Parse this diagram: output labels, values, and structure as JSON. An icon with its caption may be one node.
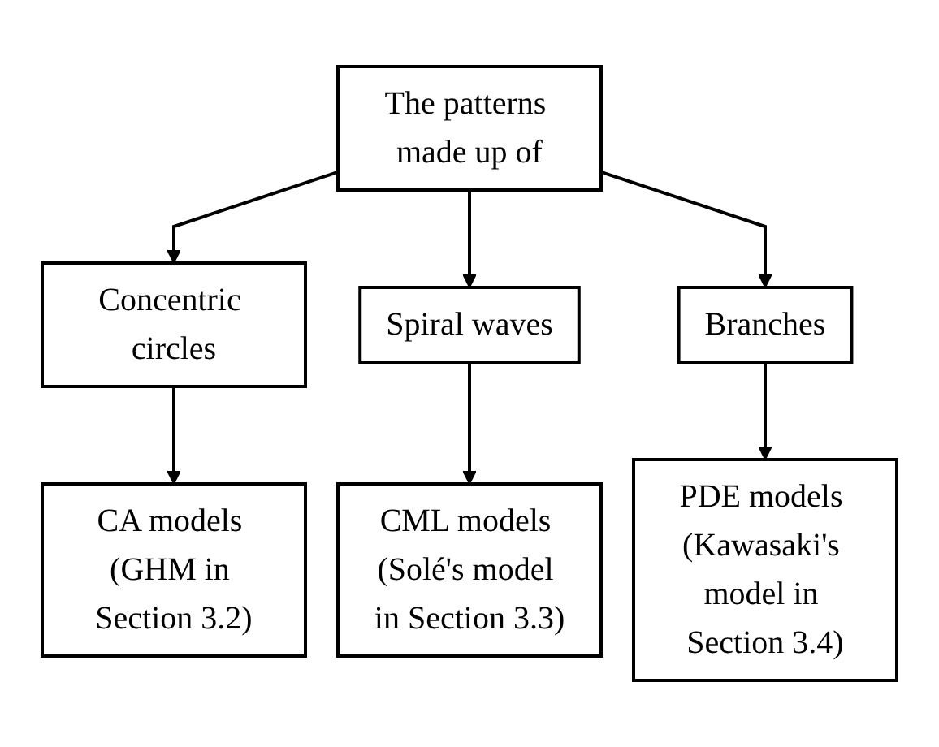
{
  "diagram": {
    "nodes": [
      {
        "text": [
          "The patterns made up of"
        ]
      },
      {
        "text": [
          "Concentric circles"
        ]
      },
      {
        "text": [
          "Spiral waves"
        ]
      },
      {
        "text": [
          "Branches"
        ]
      },
      {
        "text": [
          "CA models (GHM in Section 3.2)"
        ]
      },
      {
        "text": [
          "CML models (Solé's model in Section 3.3)"
        ]
      },
      {
        "text": [
          "PDE models (Kawasaki's model in Section 3.4)"
        ]
      }
    ],
    "edges": [
      {
        "from": 0,
        "to": 1,
        "arrow": "to"
      },
      {
        "from": 0,
        "to": 2,
        "arrow": "to"
      },
      {
        "from": 0,
        "to": 3,
        "arrow": "to"
      },
      {
        "from": 1,
        "to": 4,
        "arrow": "to"
      },
      {
        "from": 2,
        "to": 5,
        "arrow": "to"
      },
      {
        "from": 3,
        "to": 6,
        "arrow": "to"
      }
    ]
  }
}
